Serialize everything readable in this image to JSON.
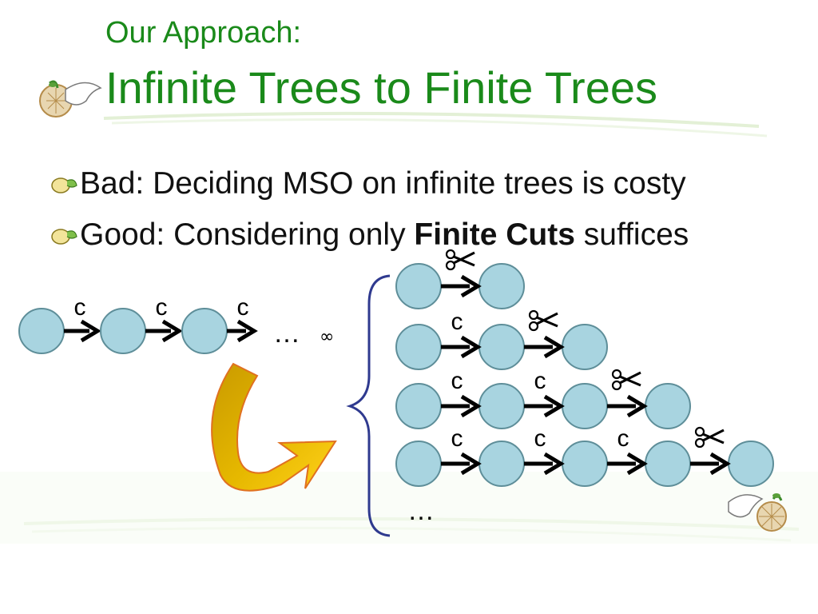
{
  "title": {
    "subtitle": "Our Approach:",
    "main": "Infinite Trees to Finite Trees"
  },
  "bullets": [
    {
      "text_before": "Bad: Deciding MSO on infinite trees is costy",
      "bold": "",
      "text_after": ""
    },
    {
      "text_before": "Good: Considering only ",
      "bold": "Finite Cuts",
      "text_after": " suffices"
    }
  ],
  "diagram": {
    "edge_label": "c",
    "infinite_chain": {
      "nodes": 3,
      "ellipsis": "…",
      "infinity": "∞"
    },
    "finite_cuts": [
      {
        "length": 1
      },
      {
        "length": 2
      },
      {
        "length": 3
      },
      {
        "length": 4
      }
    ],
    "more": "…",
    "cut_icon": "scissors-icon"
  },
  "colors": {
    "title": "#1a8a1a",
    "node_fill": "#a8d4e0",
    "node_stroke": "#5e8e99",
    "brace": "#2f3a8f",
    "arrow_dark": "#b89400",
    "arrow_light": "#ffcc00"
  }
}
